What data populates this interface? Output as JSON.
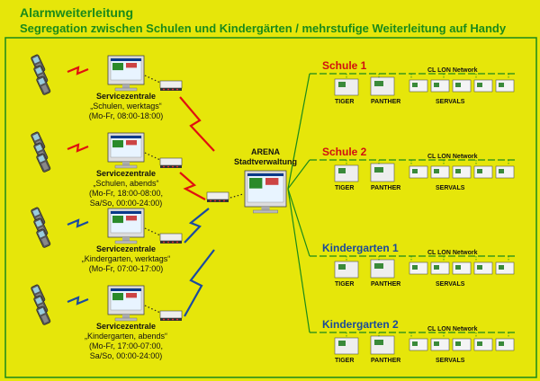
{
  "header": {
    "title": "Alarmweiterleitung",
    "subtitle": "Segregation zwischen Schulen und Kindergärten / mehrstufige Weiterleitung auf Handy"
  },
  "service_centers": [
    {
      "name": "Servicezentrale",
      "line2": "„Schulen, werktags“",
      "line3": "(Mo-Fr, 08:00-18:00)",
      "line4": "",
      "link_color": "red"
    },
    {
      "name": "Servicezentrale",
      "line2": "„Schulen, abends“",
      "line3": "(Mo-Fr, 18:00-08:00,",
      "line4": "Sa/So, 00:00-24:00)",
      "link_color": "red"
    },
    {
      "name": "Servicezentrale",
      "line2": "„Kindergarten, werktags“",
      "line3": "(Mo-Fr, 07:00-17:00)",
      "line4": "",
      "link_color": "blue"
    },
    {
      "name": "Servicezentrale",
      "line2": "„Kindergarten, abends“",
      "line3": "(Mo-Fr, 17:00-07:00,",
      "line4": "Sa/So, 00:00-24:00)",
      "link_color": "blue"
    }
  ],
  "central": {
    "name": "ARENA",
    "subtitle": "Stadtverwaltung"
  },
  "sites": [
    {
      "title": "Schule 1",
      "color": "#d01010"
    },
    {
      "title": "Schule 2",
      "color": "#d01010"
    },
    {
      "title": "Kindergarten 1",
      "color": "#1a4a9a"
    },
    {
      "title": "Kindergarten 2",
      "color": "#1a4a9a"
    }
  ],
  "network_label": "CL LON Network",
  "device_labels": {
    "tiger": "TIGER",
    "panther": "PANTHER",
    "servals": "SERVALS"
  },
  "colors": {
    "background": "#e6e60a",
    "green": "#1a8a1a",
    "red": "#e01010",
    "blue": "#1a4aa0"
  }
}
